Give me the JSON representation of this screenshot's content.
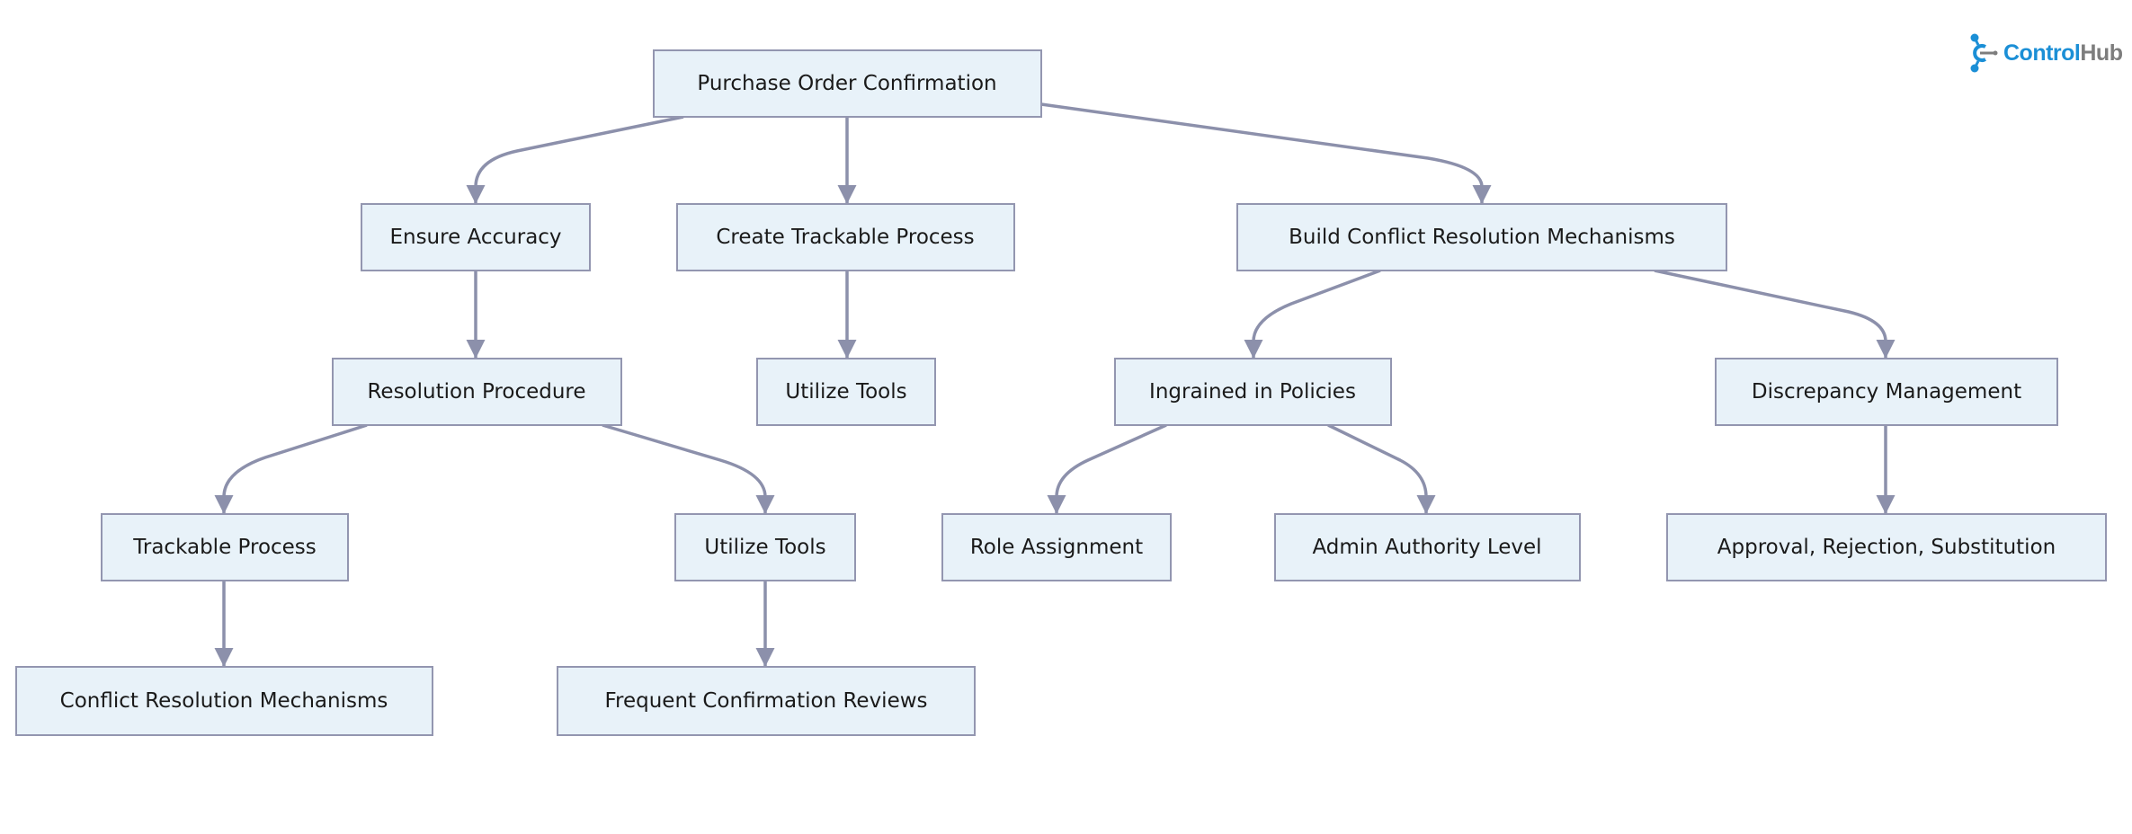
{
  "logo": {
    "text_primary": "Control",
    "text_secondary": "Hub",
    "colors": {
      "primary": "#1b8fd6",
      "secondary": "#7d7d7d"
    }
  },
  "colors": {
    "node_fill": "#e8f2f9",
    "node_stroke": "#9396b0",
    "edge": "#8c90ab"
  },
  "nodes": {
    "root": "Purchase Order Confirmation",
    "ensure_accuracy": "Ensure Accuracy",
    "create_trackable": "Create Trackable Process",
    "build_conflict": "Build Conflict Resolution Mechanisms",
    "resolution_procedure": "Resolution Procedure",
    "utilize_tools_a": "Utilize Tools",
    "ingrained_policies": "Ingrained in Policies",
    "discrepancy_management": "Discrepancy Management",
    "trackable_process": "Trackable Process",
    "utilize_tools_b": "Utilize Tools",
    "role_assignment": "Role Assignment",
    "admin_authority": "Admin Authority Level",
    "approval": "Approval, Rejection, Substitution",
    "conflict_mechanisms": "Conflict Resolution Mechanisms",
    "frequent_reviews": "Frequent Confirmation Reviews"
  }
}
